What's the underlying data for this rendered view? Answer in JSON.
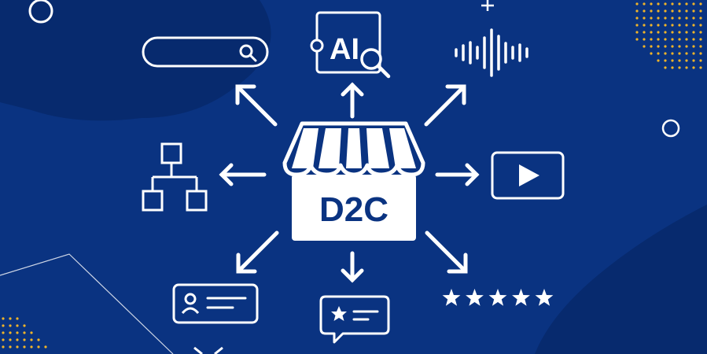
{
  "store": {
    "label": "D2C"
  },
  "ai_badge": {
    "label": "AI"
  },
  "icons": [
    "search-bar-icon",
    "ai-search-icon",
    "audio-wave-icon",
    "sitemap-icon",
    "video-play-icon",
    "profile-card-icon",
    "review-message-icon",
    "five-star-rating-icon"
  ],
  "rating": {
    "stars": 5
  },
  "colors": {
    "background": "#0a3381",
    "dark_shape": "#072a6e",
    "accent_dots": "#f0b429",
    "line": "#ffffff"
  }
}
